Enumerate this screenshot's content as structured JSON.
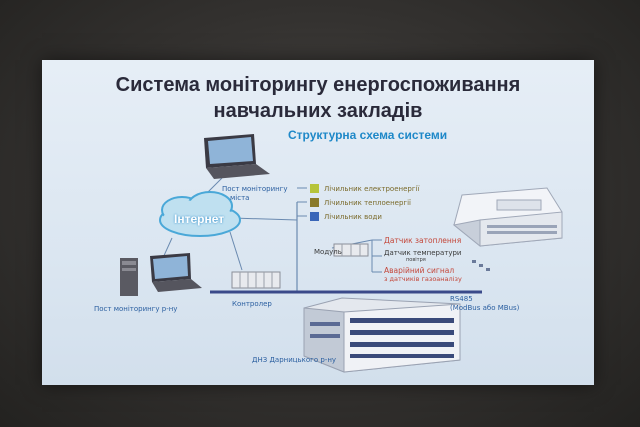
{
  "slide": {
    "title_line1": "Система моніторингу енергоспоживання",
    "title_line2": "навчальних закладів",
    "subtitle": "Структурна схема системи"
  },
  "nodes": {
    "city_post_line1": "Пост моніторингу",
    "city_post_line2": "міста",
    "internet": "Інтернет",
    "district_post": "Пост моніторингу р-ну",
    "controller": "Контролер",
    "module": "Модуль",
    "school": "ДНЗ Дарницького р-ну"
  },
  "meters": [
    {
      "label": "Лічильник електроенергії",
      "color": "#b6c43a"
    },
    {
      "label": "Лічильник теплоенергії",
      "color": "#8a7a2a"
    },
    {
      "label": "Лічильник води",
      "color": "#3a66b8"
    }
  ],
  "sensors": {
    "flood": "Датчик затоплення",
    "temp_line1": "Датчик температури",
    "temp_line2": "повітря",
    "alarm_line1": "Аварійний сигнал",
    "alarm_line2": "з датчиків газоаналізу"
  },
  "bus": {
    "line1": "RS485",
    "line2": "(ModBus або MBus)"
  }
}
